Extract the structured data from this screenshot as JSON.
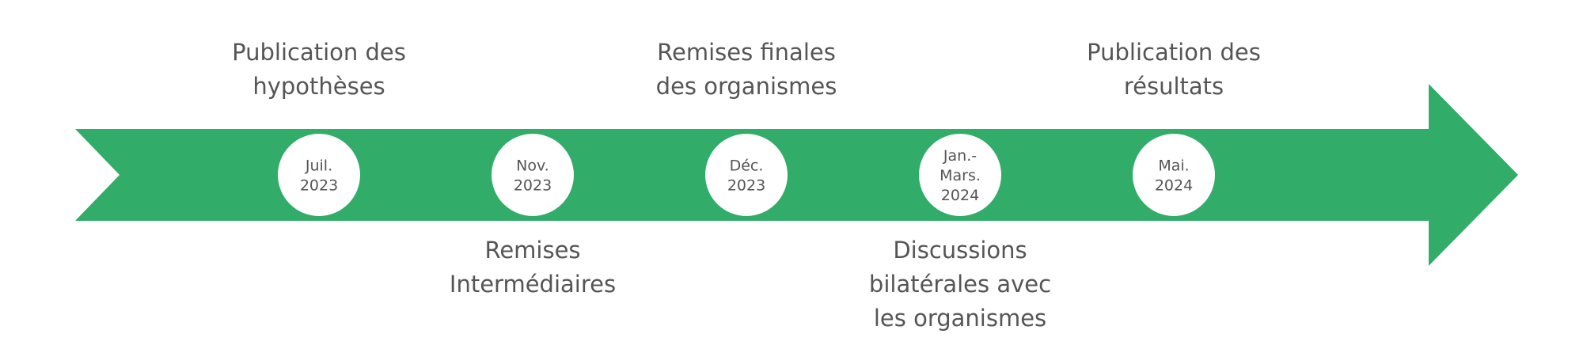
{
  "colors": {
    "arrow": "#31ac69",
    "circle": "#ffffff",
    "text": "#555555"
  },
  "milestones": [
    {
      "date_lines": [
        "Juil.",
        "2023"
      ],
      "label_lines": [
        "Publication des",
        "hypothèses"
      ],
      "label_position": "above"
    },
    {
      "date_lines": [
        "Nov.",
        "2023"
      ],
      "label_lines": [
        "Remises",
        "Intermédiaires"
      ],
      "label_position": "below"
    },
    {
      "date_lines": [
        "Déc.",
        "2023"
      ],
      "label_lines": [
        "Remises finales",
        "des organismes"
      ],
      "label_position": "above"
    },
    {
      "date_lines": [
        "Jan.-",
        "Mars.",
        "2024"
      ],
      "label_lines": [
        "Discussions",
        "bilatérales avec",
        "les organismes"
      ],
      "label_position": "below"
    },
    {
      "date_lines": [
        "Mai.",
        "2024"
      ],
      "label_lines": [
        "Publication des",
        "résultats"
      ],
      "label_position": "above"
    }
  ]
}
